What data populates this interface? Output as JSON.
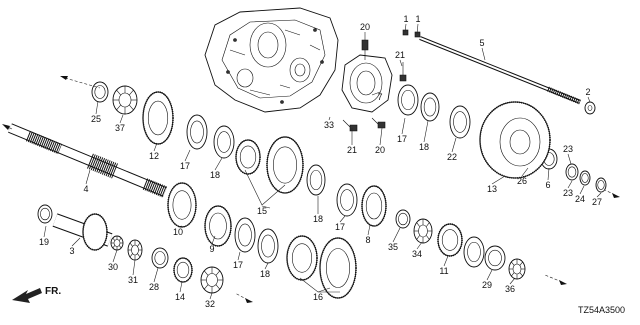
{
  "diagram": {
    "diagram_code": "TZ54A3500",
    "direction_label": "FR.",
    "callouts": [
      "1",
      "1",
      "2",
      "3",
      "4",
      "5",
      "6",
      "7",
      "8",
      "9",
      "10",
      "11",
      "12",
      "13",
      "14",
      "15",
      "16",
      "17",
      "17",
      "17",
      "17",
      "18",
      "18",
      "18",
      "18",
      "19",
      "20",
      "20",
      "21",
      "21",
      "22",
      "23",
      "23",
      "24",
      "25",
      "26",
      "27",
      "28",
      "29",
      "30",
      "31",
      "32",
      "33",
      "34",
      "35",
      "36",
      "37"
    ]
  }
}
